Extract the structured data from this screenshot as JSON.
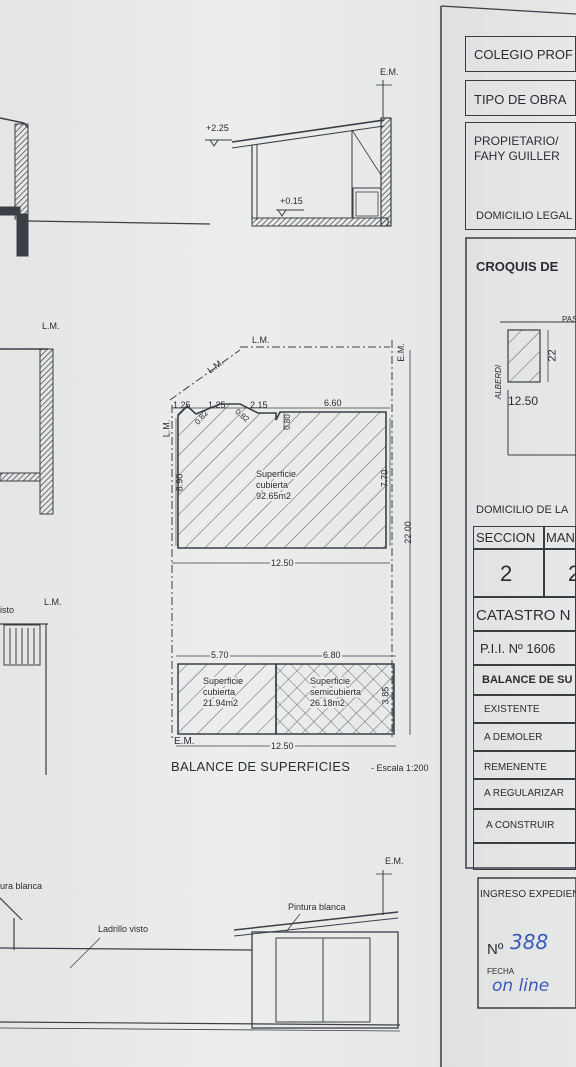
{
  "section_top": {
    "em": "E.M.",
    "level_high": "+2.25",
    "level_low": "+0.15"
  },
  "plan": {
    "lm_top": "L.M.",
    "lm_diag": "L.M.",
    "lm_left": "L.M.",
    "em_right": "E.M.",
    "dims_top": [
      "1.25",
      "1.25",
      "2.15",
      "6.60"
    ],
    "dims_diag": [
      "0.82",
      "0.82"
    ],
    "dim_notch": "0.80",
    "dim_left": "6.90",
    "dim_right": "7.70",
    "dim_total": "22.00",
    "dim_mid": "12.50",
    "block1": {
      "l1": "Superficie",
      "l2": "cubierta",
      "area": "92.65m2"
    },
    "dim_bottom_left": "5.70",
    "dim_bottom_right": "6.80",
    "block2": {
      "l1": "Superficie",
      "l2": "cubierta",
      "area": "21.94m2"
    },
    "block3": {
      "l1": "Superficie",
      "l2": "semicubierta",
      "area": "26.18m2"
    },
    "dim_3_85": "3.85",
    "em_bottom": "E.M.",
    "dim_bottom_total": "12.50",
    "title": "BALANCE DE SUPERFICIES",
    "scale": "- Escala 1:200"
  },
  "left_partial": {
    "lm": "L.M.",
    "visto": "isto",
    "blanca": "ura blanca"
  },
  "facade": {
    "em": "E.M.",
    "pintura": "Pintura blanca",
    "ladrillo": "Ladrillo visto"
  },
  "form": {
    "colegio": "COLEGIO PROF",
    "tipo": "TIPO DE OBRA",
    "propietario": "PROPIETARIO/",
    "owner": "FAHY GUILLER",
    "domicilio_legal": "DOMICILIO LEGAL",
    "croquis": "CROQUIS DE",
    "pas": "PAS",
    "alberdi": "ALBERDI",
    "dim_22": "22",
    "dim_250": "12.50",
    "domicilio_la": "DOMICILIO  DE LA",
    "seccion": "SECCION",
    "man": "MAN",
    "seccion_val": "2",
    "man_val": "2",
    "catastro": "CATASTRO N",
    "pii": "P.I.I. Nº 1606",
    "balance": "BALANCE DE SU",
    "rows": [
      "EXISTENTE",
      "A DEMOLER",
      "REMENENTE",
      "A REGULARIZAR",
      "A CONSTRUIR"
    ],
    "ingreso": "INGRESO EXPEDIENT",
    "no_label": "Nº",
    "no_value": "388",
    "fecha": "FECHA",
    "fecha_value": "on line"
  }
}
